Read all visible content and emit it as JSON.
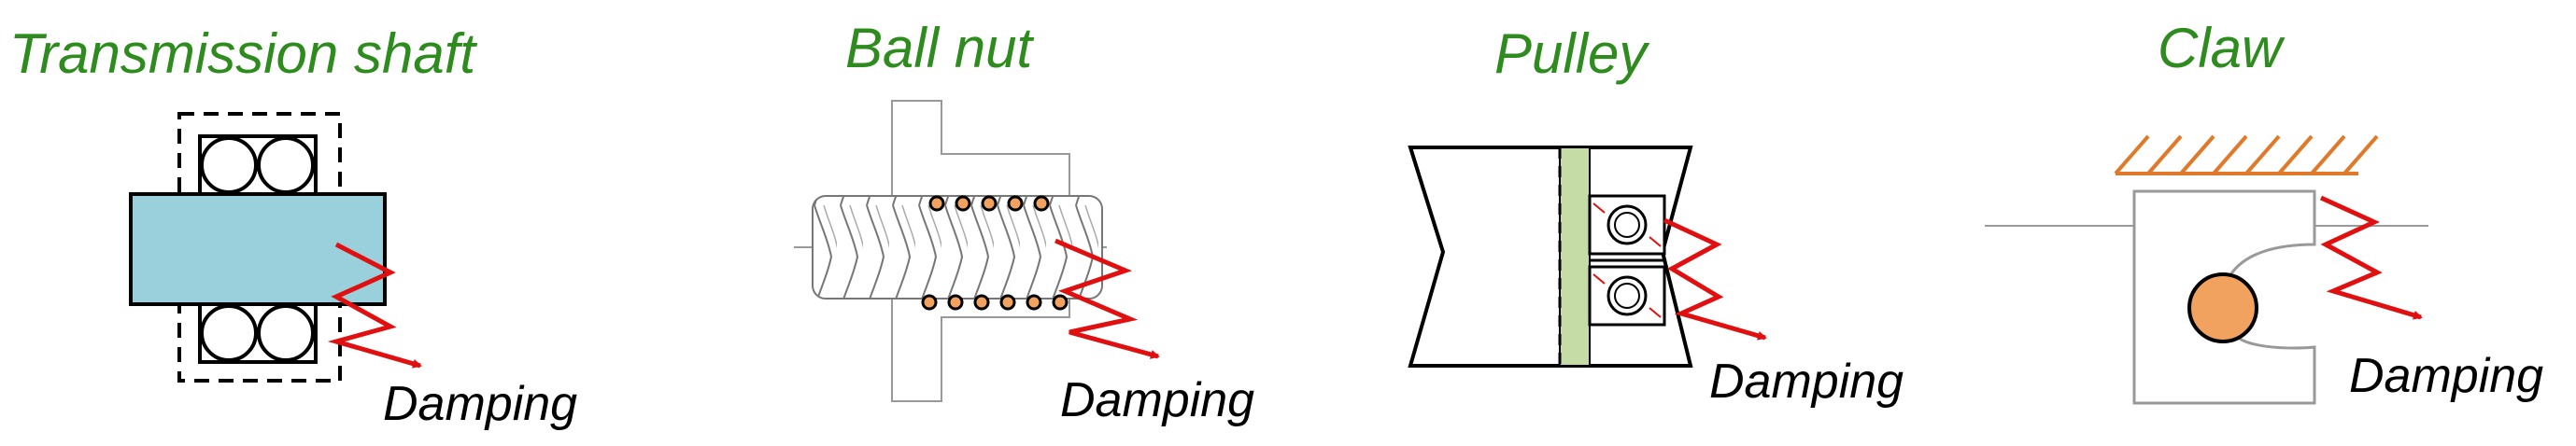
{
  "colors": {
    "title": "#2e8b1e",
    "spring": "#e01010",
    "shaft": "#9ad0dc",
    "pulley_sleeve": "#c6dca6",
    "claw_ball": "#f2a25f",
    "ground": "#e07a2a",
    "outline": "#000000",
    "light_outline": "#999999"
  },
  "panels": [
    {
      "title": "Transmission shaft",
      "damping_label": "Damping"
    },
    {
      "title": "Ball nut",
      "damping_label": "Damping"
    },
    {
      "title": "Pulley",
      "damping_label": "Damping"
    },
    {
      "title": "Claw",
      "damping_label": "Damping"
    }
  ]
}
